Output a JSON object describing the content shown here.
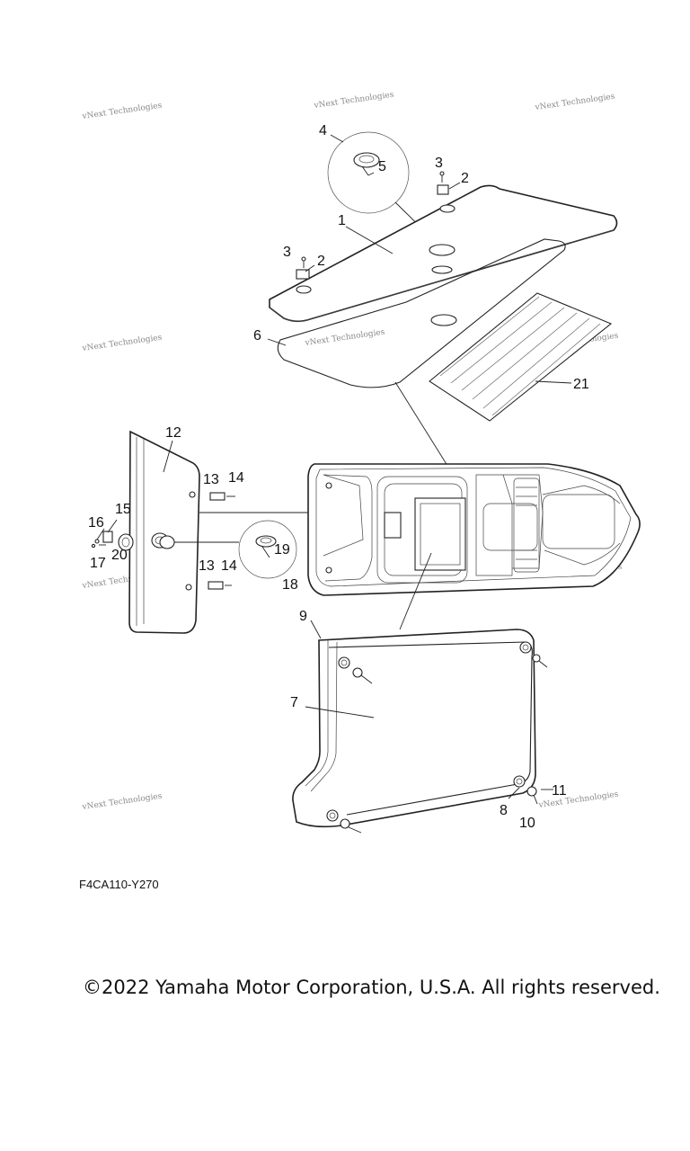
{
  "diagram": {
    "callouts": [
      "1",
      "2",
      "3",
      "4",
      "5",
      "6",
      "7",
      "8",
      "9",
      "10",
      "11",
      "12",
      "13",
      "14",
      "15",
      "16",
      "17",
      "18",
      "19",
      "20",
      "21"
    ],
    "watermark_text": "vNext Technologies"
  },
  "footer": {
    "drawing_code": "F4CA110-Y270",
    "copyright": "©2022 Yamaha Motor Corporation, U.S.A. All rights reserved."
  }
}
